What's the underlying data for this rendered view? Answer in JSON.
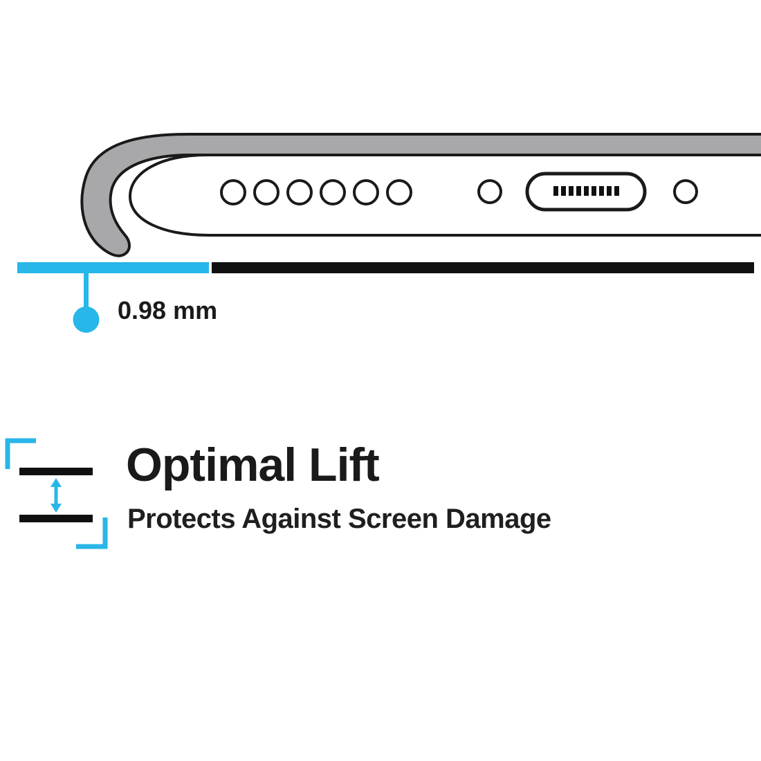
{
  "measurement": {
    "label": "0.98 mm"
  },
  "feature": {
    "title": "Optimal Lift",
    "subtitle": "Protects Against Screen Damage"
  },
  "colors": {
    "accent_cyan": "#29B6E8",
    "outline_ink": "#1A1A1A",
    "case_gray": "#A8A8AA",
    "surface_black": "#101010",
    "background": "#FFFFFF"
  },
  "icons": {
    "illustration": "phone-bottom-edge-with-case-lip",
    "speaker_holes": "speaker-hole-icon",
    "charging_port": "charging-port-icon",
    "port_pins": "port-pins-icon",
    "screw_hole_left": "screw-hole-icon",
    "screw_hole_right": "screw-hole-icon",
    "surface_line": "surface-line",
    "measurement_marker": "measurement-dot-icon",
    "lift_icon": "lift-gap-double-arrow-icon"
  }
}
